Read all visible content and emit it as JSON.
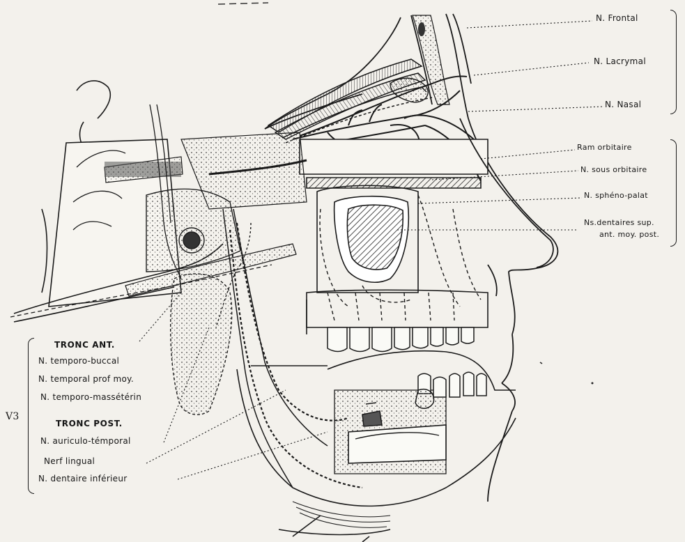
{
  "labels_right": {
    "n_frontal": "N. Frontal",
    "n_lacrymal": "N. Lacrymal",
    "n_nasal": "N. Nasal",
    "ram_orbitaire": "Ram orbitaire",
    "n_sous_orbitaire": "N. sous orbitaire",
    "n_spheno_palat": "N. sphéno-palat",
    "ns_dentaires_line1": "Ns.dentaires sup.",
    "ns_dentaires_line2": "ant. moy. post."
  },
  "labels_left": {
    "group_symbol": "V3",
    "tronc_ant": "TRONC ANT.",
    "n_temporo_buccal": "N. temporo-buccal",
    "n_temporal_prof_moy": "N. temporal prof moy.",
    "n_temporo_masseterin": "N. temporo-massétérin",
    "tronc_post": "TRONC POST.",
    "n_auriculo_temporal": "N. auriculo-témporal",
    "nerf_lingual": "Nerf lingual",
    "n_dentaire_inferieur": "N. dentaire inférieur"
  },
  "colors": {
    "ink": "#1a1a1a",
    "paper": "#f3f1ec"
  }
}
